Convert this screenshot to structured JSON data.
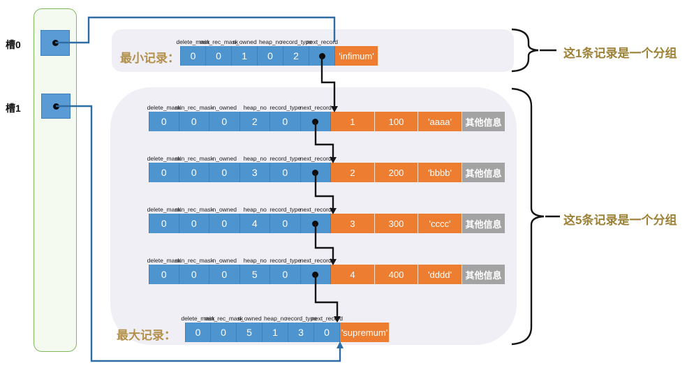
{
  "slots": [
    {
      "label": "槽0"
    },
    {
      "label": "槽1"
    }
  ],
  "field_headers": [
    "delete_mask",
    "min_rec_mask",
    "n_owned",
    "heap_no",
    "record_type",
    "next_record"
  ],
  "min_record": {
    "caption": "最小记录：",
    "values": [
      "0",
      "0",
      "1",
      "0",
      "2"
    ],
    "pointer": "dot",
    "payload": "'infimum'"
  },
  "user_records": [
    {
      "values": [
        "0",
        "0",
        "0",
        "2",
        "0"
      ],
      "pointer": "dot",
      "payload": [
        "1",
        "100",
        "'aaaa'",
        "其他信息"
      ]
    },
    {
      "values": [
        "0",
        "0",
        "0",
        "3",
        "0"
      ],
      "pointer": "dot",
      "payload": [
        "2",
        "200",
        "'bbbb'",
        "其他信息"
      ]
    },
    {
      "values": [
        "0",
        "0",
        "0",
        "4",
        "0"
      ],
      "pointer": "dot",
      "payload": [
        "3",
        "300",
        "'cccc'",
        "其他信息"
      ]
    },
    {
      "values": [
        "0",
        "0",
        "0",
        "5",
        "0"
      ],
      "pointer": "dot",
      "payload": [
        "4",
        "400",
        "'dddd'",
        "其他信息"
      ]
    }
  ],
  "max_record": {
    "caption": "最大记录：",
    "values": [
      "0",
      "0",
      "5",
      "1",
      "3",
      "0"
    ],
    "pointer": "none",
    "payload": "'supremum'"
  },
  "annotations": {
    "group1": "这1条记录是一个分组",
    "group2": "这5条记录是一个分组"
  },
  "colors": {
    "cell_blue": "#4E94CE",
    "cell_blue_sep": "#3D82BE",
    "cell_orange": "#ED7D31",
    "cell_gray": "#A3A3A3",
    "group_bg": "#F1EFF6",
    "panel_bg": "#F4FAF0",
    "panel_border": "#7FB95C",
    "slot_blue": "#5B9BD5",
    "slot_border": "#3E7FBE",
    "caption_gold": "#B3914C",
    "annotation_gold": "#9C8136",
    "connector_blue": "#2E6DA4",
    "connector_black": "#151515"
  }
}
